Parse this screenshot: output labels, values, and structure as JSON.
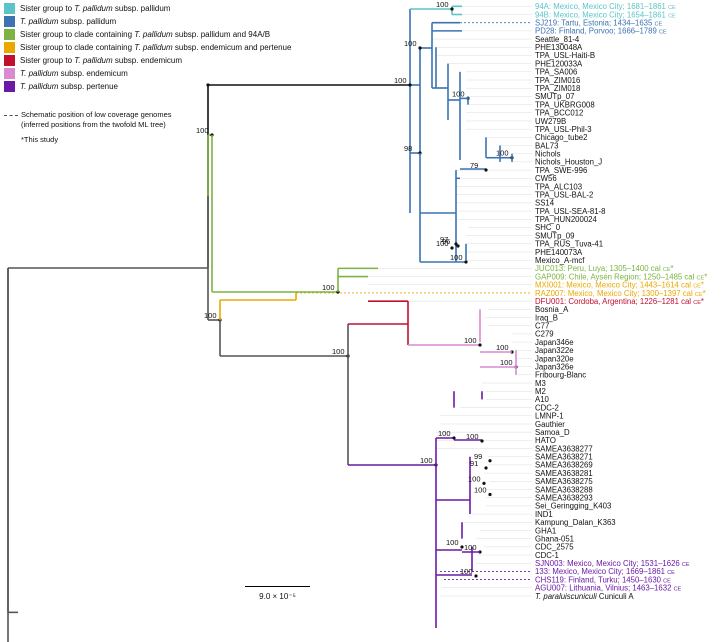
{
  "legend": [
    {
      "prefix": "Sister group to ",
      "italic": "T. pallidum",
      "suffix": " subsp. pallidum",
      "color": "#5bc4c9"
    },
    {
      "prefix": "",
      "italic": "T. pallidum",
      "suffix": " subsp. pallidum",
      "color": "#3b73b3"
    },
    {
      "prefix": "Sister group to clade containing ",
      "italic": "T. pallidum",
      "suffix": " subsp. pallidum and 94A/B",
      "color": "#7cb342"
    },
    {
      "prefix": "Sister group to clade containing ",
      "italic": "T. pallidum",
      "suffix": " subsp. endemicum and pertenue",
      "color": "#e8a800"
    },
    {
      "prefix": "Sister group to ",
      "italic": "T. pallidum",
      "suffix": " subsp. endemicum",
      "color": "#c0102f"
    },
    {
      "prefix": "",
      "italic": "T. pallidum",
      "suffix": " subsp. endemicum",
      "color": "#d98ad0"
    },
    {
      "prefix": "",
      "italic": "T. pallidum",
      "suffix": " subsp. pertenue",
      "color": "#6a1aa5"
    }
  ],
  "note": {
    "line1": "Schematic position of low coverage genomes",
    "line2": "(inferred positions from the twofold ML tree)",
    "line3": "*This study"
  },
  "scale_label": "9.0 × 10⁻⁵",
  "tips": [
    {
      "label": "94A: Mexico, Mexico City; 1681–1861 ",
      "ce": "CE",
      "color": "#5bc4c9"
    },
    {
      "label": "94B: Mexico, Mexico City; 1654–1861 ",
      "ce": "CE",
      "color": "#5bc4c9"
    },
    {
      "label": "SJ219: Tartu, Estonia; 1434–1635 ",
      "ce": "CE",
      "color": "#3b73b3",
      "dashed": true
    },
    {
      "label": "PD28: Finland, Porvoo; 1666–1789 ",
      "ce": "CE",
      "color": "#3b73b3"
    },
    {
      "label": "Seattle_81-4"
    },
    {
      "label": "PHE130048A"
    },
    {
      "label": "TPA_USL-Haiti-B"
    },
    {
      "label": "PHE120033A"
    },
    {
      "label": "TPA_SA006"
    },
    {
      "label": "TPA_ZIM016"
    },
    {
      "label": "TPA_ZIM018"
    },
    {
      "label": "SMUTp_07"
    },
    {
      "label": "TPA_UKBRG008"
    },
    {
      "label": "TPA_BCC012"
    },
    {
      "label": "UW279B"
    },
    {
      "label": "TPA_USL-Phil-3"
    },
    {
      "label": "Chicago_tube2"
    },
    {
      "label": "BAL73"
    },
    {
      "label": "Nichols"
    },
    {
      "label": "Nichols_Houston_J"
    },
    {
      "label": "TPA_SWE-996"
    },
    {
      "label": "CW56"
    },
    {
      "label": "TPA_ALC103"
    },
    {
      "label": "TPA_USL-BAL-2"
    },
    {
      "label": "SS14"
    },
    {
      "label": "TPA_USL-SEA-81-8"
    },
    {
      "label": "TPA_HUN200024"
    },
    {
      "label": "SHC_0"
    },
    {
      "label": "SMUTp_09"
    },
    {
      "label": "TPA_RUS_Tuva-41"
    },
    {
      "label": "PHE140073A"
    },
    {
      "label": "Mexico_A-mcf"
    },
    {
      "label": "JUC013: Peru, Luya; 1305–1400 cal ",
      "ce": "CE",
      "star": "*",
      "color": "#7cb342"
    },
    {
      "label": "GAP009: Chile, Aysén Region; 1250–1485 cal ",
      "ce": "CE",
      "star": "*",
      "color": "#7cb342"
    },
    {
      "label": "MXI001: Mexico, Mexico City; 1443–1614 cal ",
      "ce": "CE",
      "star": "*",
      "color": "#e8a800"
    },
    {
      "label": "RAZ007: Mexico, Mexico City; 1300–1397 cal ",
      "ce": "CE",
      "star": "*",
      "color": "#e8a800",
      "dashed": true
    },
    {
      "label": "DFU001: Cordoba, Argentina; 1226–1281 cal ",
      "ce": "CE",
      "star": "*",
      "color": "#c0102f"
    },
    {
      "label": "Bosnia_A"
    },
    {
      "label": "Iraq_B"
    },
    {
      "label": "C77"
    },
    {
      "label": "C279"
    },
    {
      "label": "Japan346e"
    },
    {
      "label": "Japan322e"
    },
    {
      "label": "Japan320e"
    },
    {
      "label": "Japan326e"
    },
    {
      "label": "Fribourg-Blanc"
    },
    {
      "label": "M3"
    },
    {
      "label": "M2"
    },
    {
      "label": "A10"
    },
    {
      "label": "CDC-2"
    },
    {
      "label": "LMNP-1"
    },
    {
      "label": "Gauthier"
    },
    {
      "label": "Samoa_D"
    },
    {
      "label": "HATO"
    },
    {
      "label": "SAMEA3638277"
    },
    {
      "label": "SAMEA3638271"
    },
    {
      "label": "SAMEA3638269"
    },
    {
      "label": "SAMEA3638281"
    },
    {
      "label": "SAMEA3638275"
    },
    {
      "label": "SAMEA3638288"
    },
    {
      "label": "SAMEA3638293"
    },
    {
      "label": "Sei_Geringging_K403"
    },
    {
      "label": "IND1"
    },
    {
      "label": "Kampung_Dalan_K363"
    },
    {
      "label": "GHA1"
    },
    {
      "label": "Ghana-051"
    },
    {
      "label": "CDC_2575"
    },
    {
      "label": "CDC-1"
    },
    {
      "label": "SJN003: Mexico, Mexico City; 1531–1626 ",
      "ce": "CE",
      "color": "#6a1aa5"
    },
    {
      "label": "133: Mexico, Mexico City; 1669–1861 ",
      "ce": "CE",
      "color": "#6a1aa5",
      "dashed": true
    },
    {
      "label": "CHS119: Finland, Turku; 1450–1630 ",
      "ce": "CE",
      "color": "#6a1aa5",
      "dashed": true
    },
    {
      "label": "AGU007: Lithuania, Vilnius; 1463–1632 ",
      "ce": "CE",
      "color": "#6a1aa5"
    },
    {
      "label": "T. paraluiscuniculi",
      "suffix": " Cuniculi A",
      "italic": true
    }
  ],
  "support": [
    {
      "value": "100",
      "node": "n94"
    },
    {
      "value": "100",
      "node": "npall"
    },
    {
      "value": "100",
      "node": "nbig"
    },
    {
      "value": "100",
      "node": "nbp"
    },
    {
      "value": "98",
      "node": "nss"
    },
    {
      "value": "79",
      "node": "nchi"
    },
    {
      "value": "100",
      "node": "nnic"
    },
    {
      "value": "100",
      "node": "nsmu"
    },
    {
      "value": "97",
      "node": "ncw"
    },
    {
      "value": "96",
      "node": "nshc"
    },
    {
      "value": "100",
      "node": "nss2"
    },
    {
      "value": "100",
      "node": "nss3"
    },
    {
      "value": "100",
      "node": "ngreen"
    },
    {
      "value": "100",
      "node": "nyel"
    },
    {
      "value": "100",
      "node": "nend"
    },
    {
      "value": "100",
      "node": "njap"
    },
    {
      "value": "100",
      "node": "nbos"
    },
    {
      "value": "100",
      "node": "ncc"
    },
    {
      "value": "100",
      "node": "nper"
    },
    {
      "value": "100",
      "node": "nm"
    },
    {
      "value": "100",
      "node": "nm2"
    },
    {
      "value": "99",
      "node": "nsam1"
    },
    {
      "value": "91",
      "node": "nsam2"
    },
    {
      "value": "100",
      "node": "nsam3"
    },
    {
      "value": "100",
      "node": "nsam4"
    },
    {
      "value": "100",
      "node": "nind"
    },
    {
      "value": "100",
      "node": "nkam"
    },
    {
      "value": "100",
      "node": "ngha"
    }
  ]
}
